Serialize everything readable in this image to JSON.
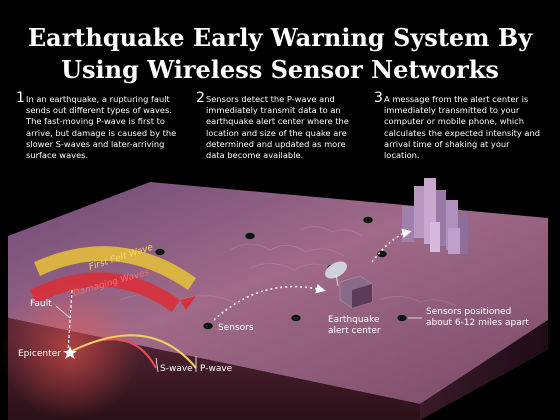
{
  "title": {
    "line1": "Earthquake Early Warning System By",
    "line2": "Using Wireless Sensor Networks"
  },
  "steps": [
    {
      "number": "1",
      "text": "In an earthquake, a rupturing fault sends out different types of waves. The fast-moving P-wave is first to arrive, but damage is caused by the slower S-waves and later-arriving surface waves."
    },
    {
      "number": "2",
      "text": "Sensors detect the P-wave and immediately transmit data to an earthquake alert center where the location and size of the quake are determined and updated as more data become available."
    },
    {
      "number": "3",
      "text": "A message from the alert center is immediately transmitted to your computer or mobile phone, which calculates the expected intensity and arrival time of shaking at your location."
    }
  ],
  "labels": {
    "first_felt_wave": "First Felt Wave",
    "damaging_waves": "Damaging Waves",
    "fault": "Fault",
    "epicenter": "Epicenter",
    "sensors": "Sensors",
    "alert_center_line1": "Earthquake",
    "alert_center_line2": "alert center",
    "sensors_positioned_line1": "Sensors positioned",
    "sensors_positioned_line2": "about 6-12 miles apart",
    "s_wave": "S-wave",
    "p_wave": "P-wave"
  },
  "colors": {
    "background": "#000000",
    "terrain_top": "#a86a86",
    "terrain_front": "#4b2230",
    "terrain_side": "#2e1421",
    "damaging_wave": "#d8303a",
    "first_felt_wave": "#e8c238",
    "s_wave_line": "#e85050",
    "p_wave_line": "#f0d060"
  }
}
